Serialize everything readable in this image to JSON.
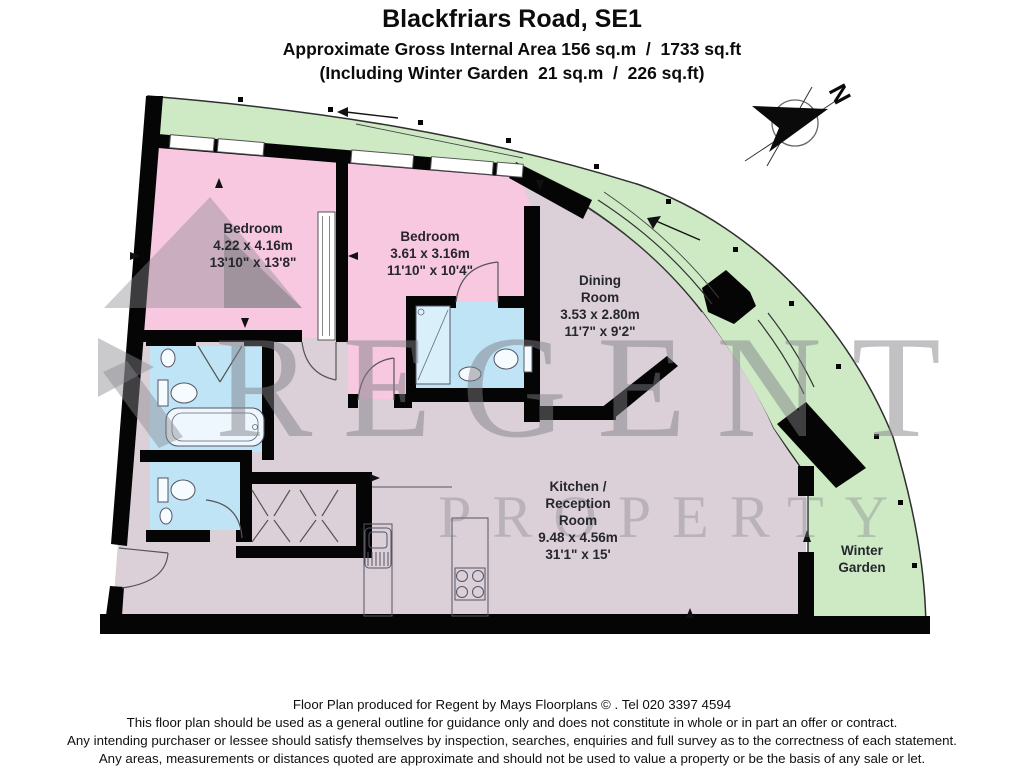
{
  "header": {
    "title": "Blackfriars Road, SE1",
    "subtitle1": "Approximate Gross Internal Area 156 sq.m  /  1733 sq.ft",
    "subtitle2": "(Including Winter Garden  21 sq.m  /  226 sq.ft)"
  },
  "compass": {
    "north_label": "N"
  },
  "watermark": {
    "word1": "REGENT",
    "word2": "PROPERTY"
  },
  "rooms": {
    "bedroom1": {
      "name": "Bedroom",
      "metric": "4.22 x 4.16m",
      "imperial": "13'10\" x 13'8\""
    },
    "bedroom2": {
      "name": "Bedroom",
      "metric": "3.61 x 3.16m",
      "imperial": "11'10\" x 10'4\""
    },
    "dining": {
      "name_line1": "Dining",
      "name_line2": "Room",
      "metric": "3.53 x 2.80m",
      "imperial": "11'7\" x 9'2\""
    },
    "kitchen": {
      "name_line1": "Kitchen /",
      "name_line2": "Reception",
      "name_line3": "Room",
      "metric": "9.48 x 4.56m",
      "imperial": "31'1\" x 15'"
    },
    "winter_garden": {
      "name_line1": "Winter",
      "name_line2": "Garden"
    }
  },
  "footer": {
    "line1": "Floor Plan produced for Regent by Mays Floorplans © . Tel 020 3397 4594",
    "line2": "This floor plan should be used as a general outline for guidance only and does not constitute in whole or in part an offer or contract.",
    "line3": "Any intending purchaser or lessee should satisfy themselves by inspection, searches, enquiries and full survey as to the correctness of each statement.",
    "line4": "Any areas, measurements or distances quoted are approximate and should not be used to value a property or be the basis of any sale or let."
  },
  "colors": {
    "terrace_green": "#cdeac4",
    "bedroom_pink": "#f8c8e0",
    "bathroom_blue": "#bfe4f6",
    "living_mauve": "#dcd0d8",
    "wall_black": "#050505",
    "watermark_grey": "#85858d"
  }
}
